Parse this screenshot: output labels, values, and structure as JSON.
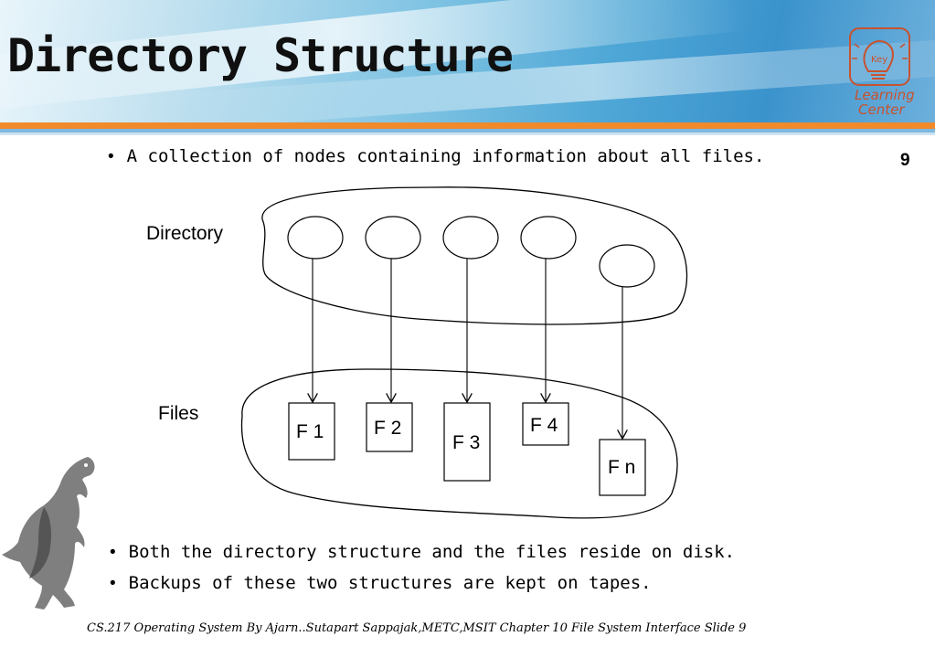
{
  "slide": {
    "title": "Directory Structure",
    "slide_number": "9",
    "bullet_intro": "A collection of nodes containing information about all files.",
    "bullets_bottom": [
      "Both the directory structure and the files reside on disk.",
      "Backups of these two structures are kept on tapes."
    ],
    "footer": "CS.217 Operating System By  Ajarn..Sutapart Sappajak,METC,MSIT Chapter 10 File System Interface   Slide  9"
  },
  "logo": {
    "line1": "Key",
    "line2": "Learning",
    "line3": "Center"
  },
  "diagram": {
    "directory_label": "Directory",
    "files_label": "Files",
    "files": [
      "F 1",
      "F 2",
      "F 3",
      "F 4",
      "F n"
    ]
  },
  "colors": {
    "accent_orange": "#f08a2b",
    "accent_blue": "#3b93cc",
    "logo_red": "#c8522e"
  }
}
